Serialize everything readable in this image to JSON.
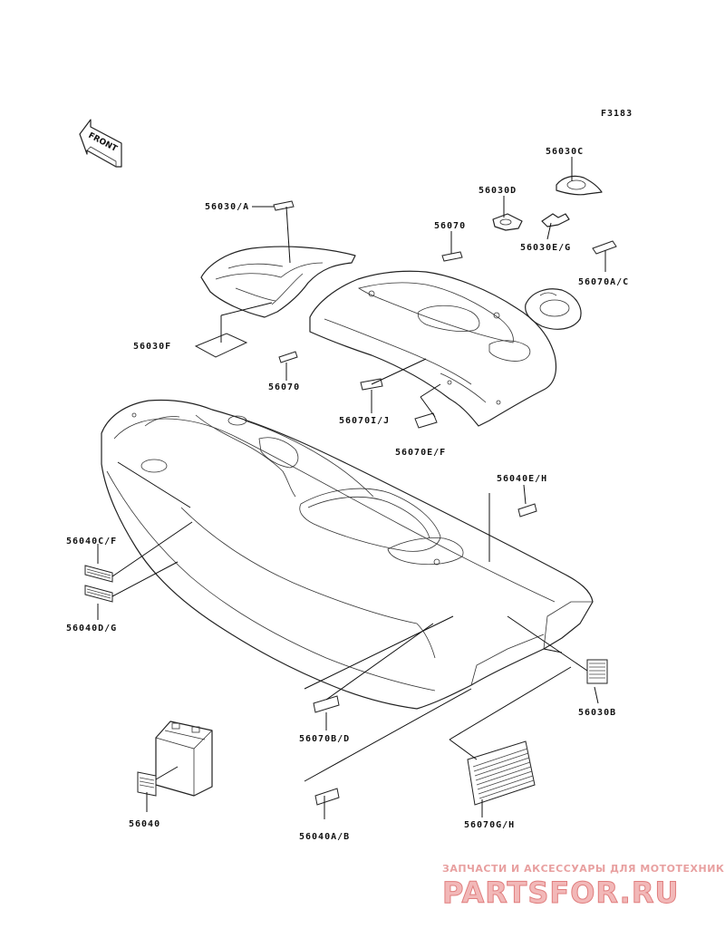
{
  "figure_code": "F3183",
  "front_label": "FRONT",
  "labels": {
    "l_56030C": "56030C",
    "l_56030D": "56030D",
    "l_56070_top": "56070",
    "l_56030EG": "56030E/G",
    "l_56070AC": "56070A/C",
    "l_56030A": "56030/A",
    "l_56030F": "56030F",
    "l_56070_mid": "56070",
    "l_56070IJ": "56070I/J",
    "l_56070EF": "56070E/F",
    "l_56040EH": "56040E/H",
    "l_56040CF": "56040C/F",
    "l_56040DG": "56040D/G",
    "l_56030B": "56030B",
    "l_56070BD": "56070B/D",
    "l_56040": "56040",
    "l_56040AB": "56040A/B",
    "l_56070GH": "56070G/H"
  },
  "watermark": {
    "caption": "ЗАПЧАСТИ И АКСЕССУАРЫ ДЛЯ МОТОТЕХНИКИ",
    "brand": "PARTSFOR.RU"
  }
}
